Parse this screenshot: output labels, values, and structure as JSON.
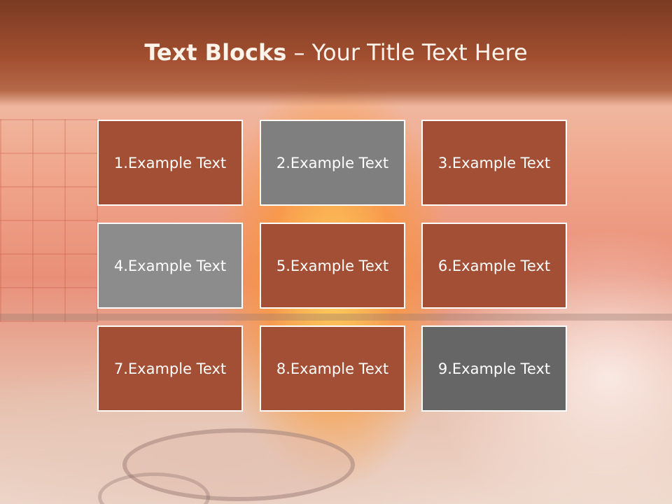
{
  "title": {
    "bold": "Text Blocks",
    "dash": " – ",
    "rest": "Your Title Text Here"
  },
  "blocks": [
    {
      "label": "1.Example Text",
      "color": "#a24f35"
    },
    {
      "label": "2.Example Text",
      "color": "#7f7f7f"
    },
    {
      "label": "3.Example Text",
      "color": "#a24f35"
    },
    {
      "label": "4.Example Text",
      "color": "#8c8c8c"
    },
    {
      "label": "5.Example Text",
      "color": "#a24f35"
    },
    {
      "label": "6.Example Text",
      "color": "#a24f35"
    },
    {
      "label": "7.Example Text",
      "color": "#a24f35"
    },
    {
      "label": "8.Example Text",
      "color": "#a24f35"
    },
    {
      "label": "9.Example Text",
      "color": "#666666"
    }
  ],
  "colors": {
    "accent": "#a24f35",
    "title_band": "#8a4328",
    "text": "#ffffff"
  }
}
